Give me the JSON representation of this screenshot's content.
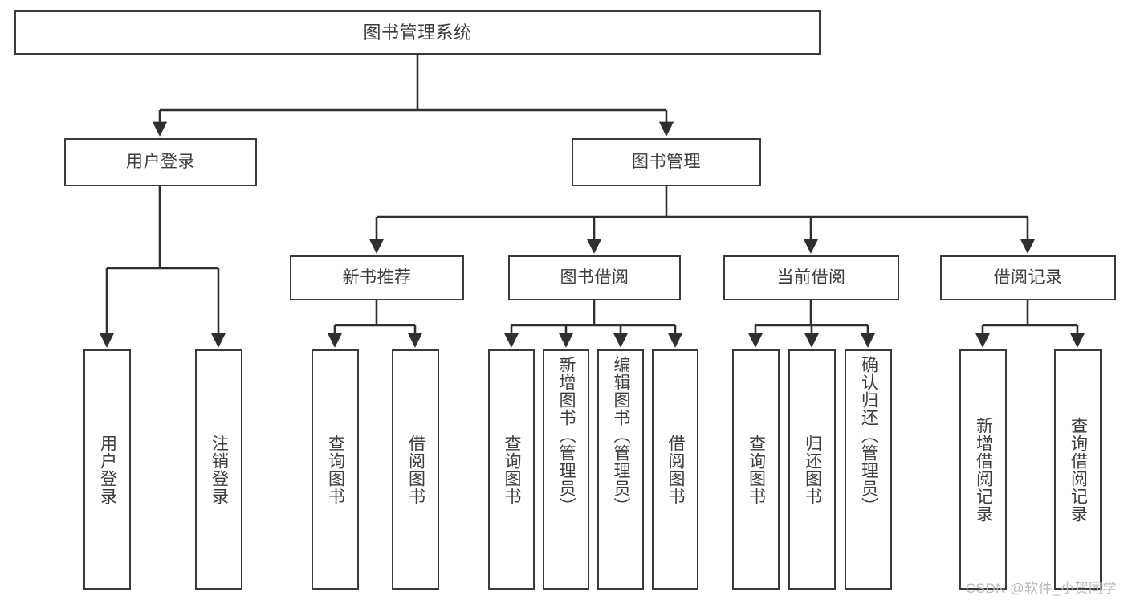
{
  "diagram": {
    "title": "图书管理系统",
    "type": "tree",
    "watermark": "CSDN @软件_小贺同学",
    "colors": {
      "box_border": "#3a3a3a",
      "box_fill": "#ffffff",
      "text": "#3c3c3c",
      "connector": "#2f2f2f",
      "watermark": "#b9b9b9"
    },
    "nodes": {
      "root": {
        "label": "图书管理系统"
      },
      "level2": [
        {
          "label": "用户登录"
        },
        {
          "label": "图书管理"
        }
      ],
      "level3": [
        {
          "label": "新书推荐"
        },
        {
          "label": "图书借阅"
        },
        {
          "label": "当前借阅"
        },
        {
          "label": "借阅记录"
        }
      ],
      "leaves": {
        "user_login": [
          {
            "label": "用户登录"
          },
          {
            "label": "注销登录"
          }
        ],
        "new_book_recommend": [
          {
            "label": "查询图书"
          },
          {
            "label": "借阅图书"
          }
        ],
        "book_borrow": [
          {
            "label": "查询图书"
          },
          {
            "label": "新增图书（管理员）"
          },
          {
            "label": "编辑图书（管理员）"
          },
          {
            "label": "借阅图书"
          }
        ],
        "current_borrow": [
          {
            "label": "查询图书"
          },
          {
            "label": "归还图书"
          },
          {
            "label": "确认归还（管理员）"
          }
        ],
        "borrow_records": [
          {
            "label": "新增借阅记录"
          },
          {
            "label": "查询借阅记录"
          }
        ]
      }
    }
  }
}
